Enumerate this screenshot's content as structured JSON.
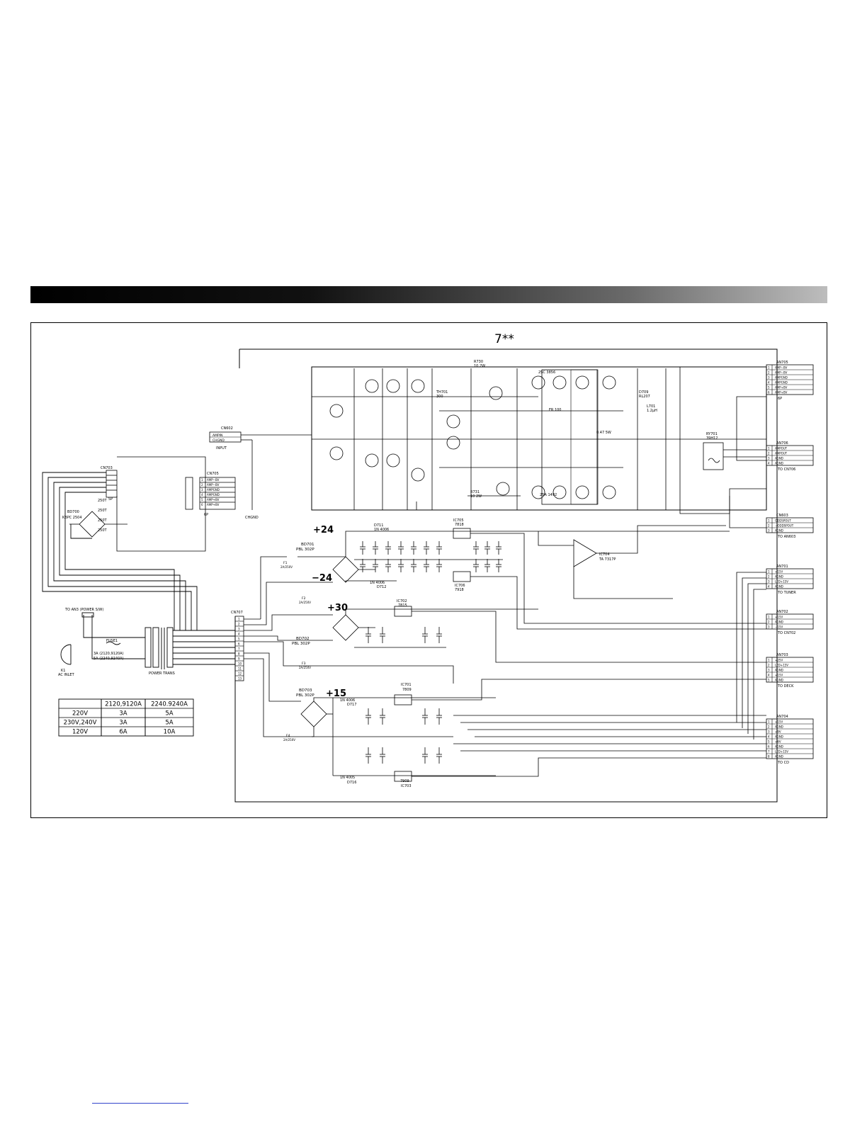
{
  "title": "7**",
  "labels": {
    "input": "INPUT",
    "chgnd": "CHGND",
    "cn602": "CN602",
    "ampin": "AMPIN",
    "chgnd_pin": "CHGND",
    "p24": "+24",
    "m24": "−24",
    "p30": "+30",
    "p15": "+15",
    "bd700": "BD700",
    "bd700_part": "KBPC 2504",
    "bd701": "BD701",
    "bd701_part": "PBL 302P",
    "bd702": "BD702",
    "bd702_part": "PBL 302P",
    "bd703": "BD703",
    "bd703_part": "PBL 302P",
    "cn707": "CN707",
    "cn703": "CN703",
    "cn705_left": "CN705",
    "to_an3": "TO AN3 (POWER S/W)",
    "fuse1": "FUSE1",
    "fuse_spec1": "3A (2120,9120A)",
    "fuse_spec2": "5A (2240,9240A)",
    "power_trans": "POWER TRANS",
    "ac_inlet": "AC INLET",
    "k1": "K1",
    "ic701": "IC701",
    "ic701_part": "7809",
    "ic702": "IC702",
    "ic702_part": "7815",
    "ic703": "IC703",
    "ic703_part": "7909",
    "ic704": "IC704",
    "ic704_part": "TA 7317P",
    "ic705": "IC705",
    "ic705_part": "7818",
    "ic706": "IC706",
    "ic706_part": "7918",
    "ry701": "RY701",
    "ry701_part": "39H12",
    "l701": "L701",
    "l701_val": "1.2µH",
    "d709": "D709",
    "d709_part": "RL207",
    "d711": "D711",
    "d711_part": "1N 4006",
    "d712": "D712",
    "d712_part": "1N 4006",
    "d716": "D716",
    "d716_part": "1N 4005",
    "d717": "D717",
    "d717_part": "1N 4006",
    "r730": "R730",
    "r730_val": "10 2W",
    "r731": "R731",
    "r731_val": "10 2W",
    "tr701": "TH701",
    "tr701_val": "300",
    "q712_part": "2SC 3856",
    "q715_part": "2SA 1492",
    "r_fr100": "FR 100",
    "r_047": "0.47 5W",
    "sp_5p": "5P",
    "sp_6p": "6P",
    "sp_5p_left": "5P",
    "sp_6p_left": "6P",
    "fuse_f1": "F1",
    "fuse_f1_val": "2A/250V",
    "fuse_f2": "F2",
    "fuse_f2_val": "2A/250V",
    "fuse_f3": "F3",
    "fuse_f3_val": "2A/250V",
    "fuse_f4": "F4",
    "fuse_f4_val": "2A/250V",
    "sec_2501": "250T",
    "sec_2502": "250T",
    "sec_2503": "250T",
    "sec_2504": "250T"
  },
  "cn705_left_pins": [
    "AMP−BV",
    "AMP−BV",
    "AMPGND",
    "AMPGND",
    "AMP+BV",
    "AMP+BV"
  ],
  "connectors": [
    {
      "name": "AN705",
      "pins": [
        "AMP−BV",
        "AMP−BV",
        "AMPGND",
        "AMPGND",
        "AMP+BV",
        "AMP+BV"
      ],
      "footer": "6P"
    },
    {
      "name": "AN706",
      "pins": [
        "AMPOUT",
        "AMPOUT",
        "AGND",
        "AGND"
      ],
      "footer": "TO CN706"
    },
    {
      "name": "CN603",
      "pins": [
        "ODDSPOUT",
        "−ODDSPOUT",
        "AGND"
      ],
      "footer": "TO AN603"
    },
    {
      "name": "AN701",
      "pins": [
        "+15V",
        "AGND",
        "LED+15V",
        "AGND"
      ],
      "footer": "TO TUNER"
    },
    {
      "name": "AN702",
      "pins": [
        "+15V",
        "AGND",
        "−15V"
      ],
      "footer": "TO CN702"
    },
    {
      "name": "AN703",
      "pins": [
        "+25V",
        "LED+15V",
        "AGND",
        "+15V",
        "AGND"
      ],
      "footer": "TO DECK"
    },
    {
      "name": "AN704",
      "pins": [
        "+15V",
        "AGND",
        "+9V",
        "AGND",
        "+6V",
        "AGND",
        "LED+15V",
        "AGND"
      ],
      "footer": "TO CD"
    }
  ],
  "fuse_table": {
    "headers": [
      "",
      "2120,9120A",
      "2240.9240A"
    ],
    "rows": [
      [
        "220V",
        "3A",
        "5A"
      ],
      [
        "230V,240V",
        "3A",
        "5A"
      ],
      [
        "120V",
        "6A",
        "10A"
      ]
    ]
  },
  "colors": {
    "header_bar_start": "#000000",
    "header_bar_end": "#bdbdbd",
    "line": "#000000",
    "footer_line": "#3344cc"
  }
}
